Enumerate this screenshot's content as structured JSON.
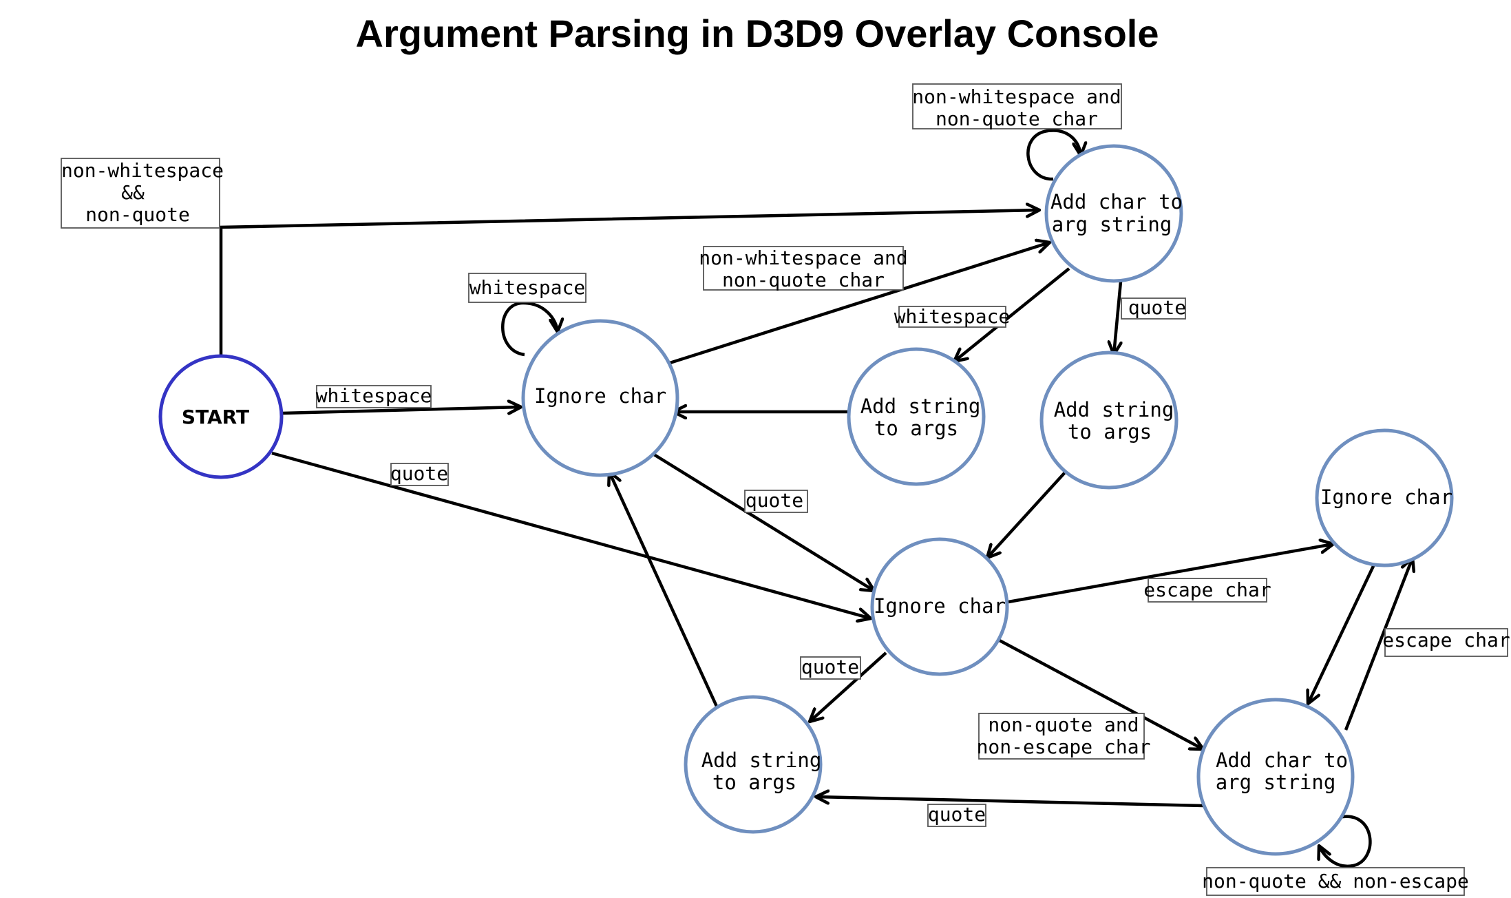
{
  "title": "Argument Parsing in D3D9 Overlay Console",
  "colors": {
    "node_border": "#6f8fbf",
    "start_border": "#3434c4",
    "edge": "#000000"
  },
  "nodes": {
    "start": {
      "lines": [
        "START"
      ]
    },
    "ignore_ws": {
      "lines": [
        "Ignore char"
      ]
    },
    "add_char_top": {
      "lines": [
        "Add char to",
        "arg string"
      ]
    },
    "add_str_mid1": {
      "lines": [
        "Add string",
        "to args"
      ]
    },
    "add_str_mid2": {
      "lines": [
        "Add string",
        "to args"
      ]
    },
    "ignore_quote": {
      "lines": [
        "Ignore char"
      ]
    },
    "ignore_escape": {
      "lines": [
        "Ignore char"
      ]
    },
    "add_str_bottom": {
      "lines": [
        "Add string",
        "to args"
      ]
    },
    "add_char_bottom": {
      "lines": [
        "Add char to",
        "arg string"
      ]
    }
  },
  "edge_labels": {
    "start_to_addchar": [
      "non-whitespace",
      "&&",
      "non-quote"
    ],
    "addchar_top_self": [
      "non-whitespace and",
      "non-quote char"
    ],
    "ignore_ws_self": [
      "whitespace"
    ],
    "ignore_to_addchar": [
      "non-whitespace and",
      "non-quote char"
    ],
    "start_to_ignore": [
      "whitespace"
    ],
    "addchar_to_addstr1": [
      "whitespace"
    ],
    "addchar_to_addstr2": [
      "quote"
    ],
    "start_to_ignorequote": [
      "quote"
    ],
    "ignore_to_ignorequote": [
      "quote"
    ],
    "ignorequote_to_escape": [
      "escape char"
    ],
    "addcharbottom_to_escape": [
      "escape char"
    ],
    "ignorequote_to_addstr": [
      "quote"
    ],
    "ignorequote_to_addchar": [
      "non-quote and",
      "non-escape char"
    ],
    "addchar_to_addstr": [
      "quote"
    ],
    "addchar_bottom_self": [
      "non-quote && non-escape"
    ]
  }
}
